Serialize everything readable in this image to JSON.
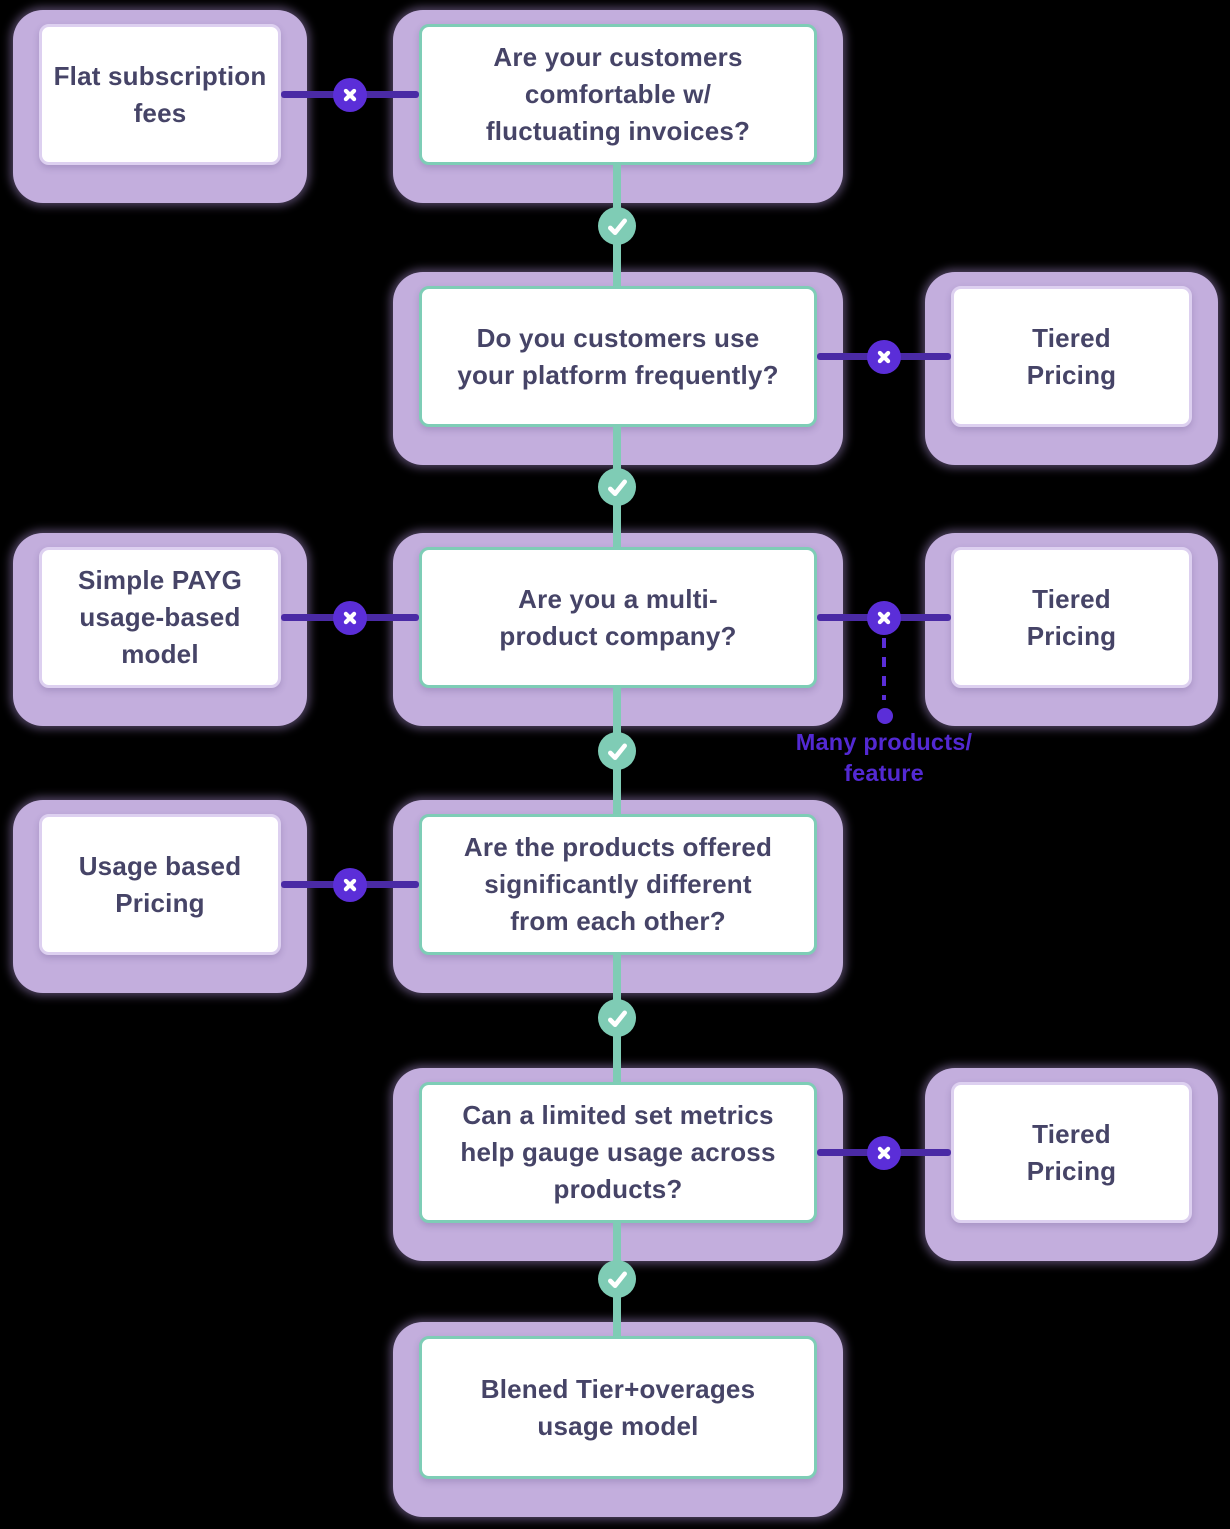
{
  "diagram": {
    "type": "flowchart",
    "background": "#000000",
    "colors": {
      "node_glow": "#c3aedd",
      "card_fill": "#ffffff",
      "question_border": "#7ecdb6",
      "answer_border": "#ddd0f0",
      "card_text": "#464467",
      "yes": "#7fccb5",
      "no_line": "#4a2aa5",
      "no_marker": "#5b2ed8",
      "note": "#5329d3"
    },
    "icons": {
      "yes": "check-icon",
      "no": "x-icon",
      "note_terminator": "dot"
    },
    "nodes": {
      "flat_subscription": {
        "kind": "outcome",
        "text": "Flat subscription\nfees"
      },
      "q_invoices": {
        "kind": "question",
        "text": "Are your customers\ncomfortable w/\nfluctuating invoices?"
      },
      "q_frequency": {
        "kind": "question",
        "text": "Do you customers use\nyour platform frequently?"
      },
      "tiered_pricing_1": {
        "kind": "outcome",
        "text": "Tiered\nPricing"
      },
      "simple_payg": {
        "kind": "outcome",
        "text": "Simple PAYG\nusage-based\nmodel"
      },
      "q_multi_product": {
        "kind": "question",
        "text": "Are you a multi-\nproduct company?"
      },
      "tiered_pricing_2": {
        "kind": "outcome",
        "text": "Tiered\nPricing"
      },
      "usage_based": {
        "kind": "outcome",
        "text": "Usage based\nPricing"
      },
      "q_different": {
        "kind": "question",
        "text": "Are the products offered\nsignificantly different\nfrom each other?"
      },
      "q_metrics": {
        "kind": "question",
        "text": "Can a limited set metrics\nhelp gauge usage across\nproducts?"
      },
      "tiered_pricing_3": {
        "kind": "outcome",
        "text": "Tiered\nPricing"
      },
      "blended": {
        "kind": "outcome",
        "text": "Blened Tier+overages\nusage model"
      }
    },
    "annotations": {
      "many_products": "Many products/\nfeature"
    }
  }
}
